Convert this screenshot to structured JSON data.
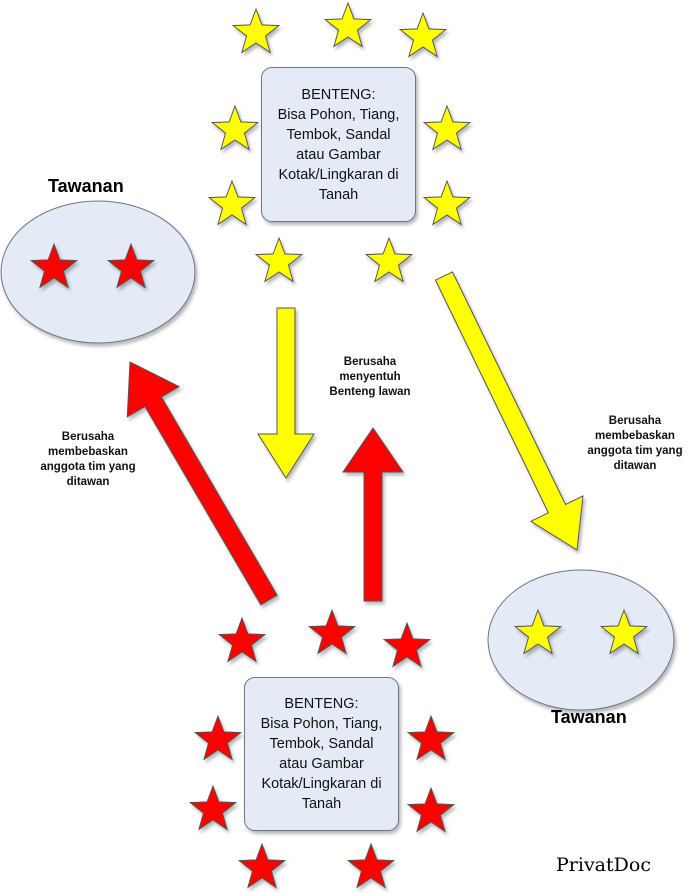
{
  "top_team": {
    "color": "#ffff00",
    "fort_text": "BENTENG:\nBisa Pohon, Tiang,\nTembok, Sandal\natau Gambar\nKotak/Lingkaran di\nTanah"
  },
  "bottom_team": {
    "color": "#ff0000",
    "fort_text": "BENTENG:\nBisa Pohon, Tiang,\nTembok, Sandal\natau Gambar\nKotak/Lingkaran di\nTanah"
  },
  "prison_left": {
    "label": "Tawanan",
    "captive_count": 2,
    "captive_color": "#ff0000"
  },
  "prison_right": {
    "label": "Tawanan",
    "captive_count": 2,
    "captive_color": "#ffff00"
  },
  "arrows": {
    "left_note": "Berusaha\nmembebaskan\nanggota tim yang\nditawan",
    "middle_note": "Berusaha\nmenyentuh\nBenteng lawan",
    "right_note": "Berusaha\nmembebaskan\nanggota tim yang\nditawan"
  },
  "colors": {
    "fort_fill": "#e5ebf6",
    "prison_fill": "#e5ebf6",
    "outline": "#6d7684",
    "yellow_arrow": "#ffff00",
    "red_arrow": "#ff0000"
  },
  "watermark": "PrivatDoc"
}
